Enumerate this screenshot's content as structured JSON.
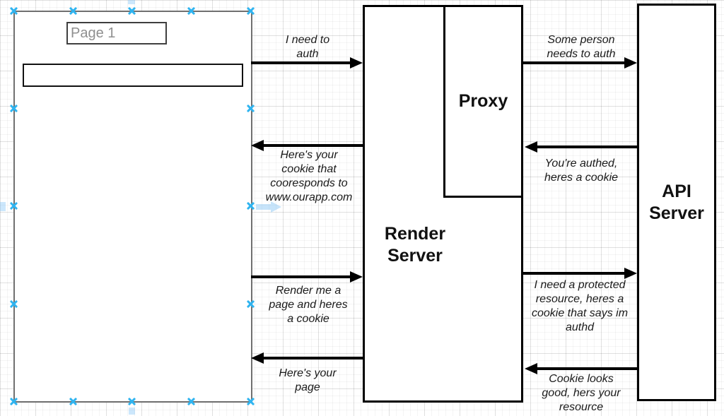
{
  "colors": {
    "handle": "#2fb4f0",
    "node_border": "#000000",
    "browser_border": "#707070",
    "arrow": "#000000",
    "page_title_text": "#8f8f8f"
  },
  "browser": {
    "page_title": "Page 1"
  },
  "nodes": {
    "render_server": {
      "label": "Render\nServer"
    },
    "proxy": {
      "label": "Proxy"
    },
    "api_server": {
      "label": "API\nServer"
    }
  },
  "messages": {
    "auth_request": "I need to\nauth",
    "proxy_auth_request": "Some person\nneeds to auth",
    "cookie_response": "Here's your\ncookie that\ncooresponds to\nwww.ourapp.com",
    "authed_response": "You're authed,\nheres a cookie",
    "render_request": "Render me a\npage and heres\na cookie",
    "resource_request": "I need a protected\nresource, heres a\ncookie that says im\nauthd",
    "page_response": "Here's your\npage",
    "resource_response": "Cookie looks\ngood, hers your\nresource"
  }
}
